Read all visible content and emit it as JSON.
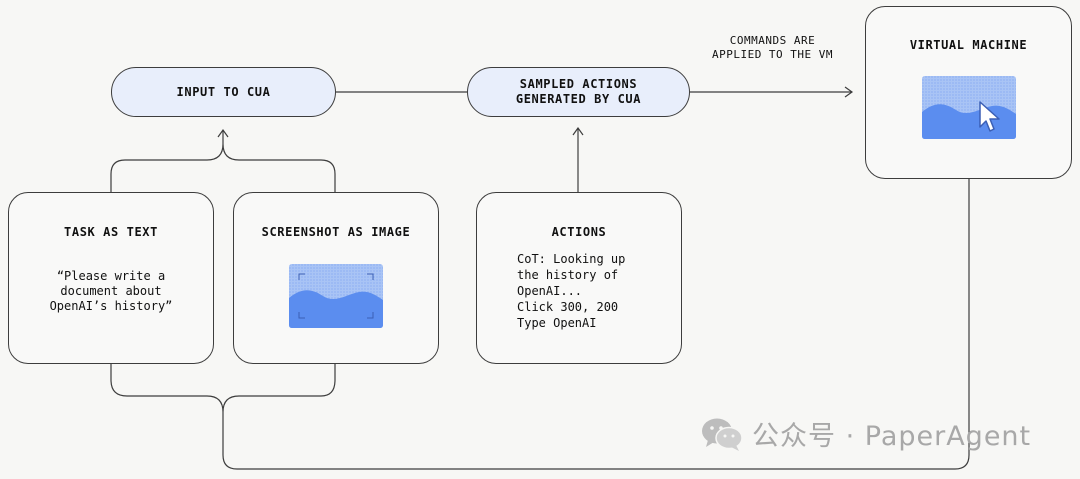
{
  "nodes": {
    "input_to_cua": "INPUT TO CUA",
    "sampled_actions": [
      "SAMPLED ACTIONS",
      "GENERATED BY CUA"
    ],
    "virtual_machine": "VIRTUAL MACHINE",
    "task_as_text": {
      "title": "TASK AS TEXT",
      "quote": [
        "“Please write a",
        "document about",
        "OpenAI’s history”"
      ]
    },
    "screenshot_as_image": {
      "title": "SCREENSHOT AS IMAGE"
    },
    "actions": {
      "title": "ACTIONS",
      "lines": [
        "CoT: Looking up",
        "the history of",
        "OpenAI...",
        "Click 300, 200",
        "Type OpenAI"
      ]
    }
  },
  "edge_labels": {
    "commands": [
      "COMMANDS ARE",
      "APPLIED TO THE VM"
    ]
  },
  "watermark": "公众号 · PaperAgent",
  "colors": {
    "pill_fill": "#e8eefb",
    "image_blue": "#5b8def",
    "image_light": "#a9c4f5",
    "line": "#3d3d3d",
    "watermark": "#a8a8a8"
  },
  "icons": [
    "image-placeholder-icon",
    "mouse-cursor-icon",
    "wechat-logo-icon"
  ]
}
